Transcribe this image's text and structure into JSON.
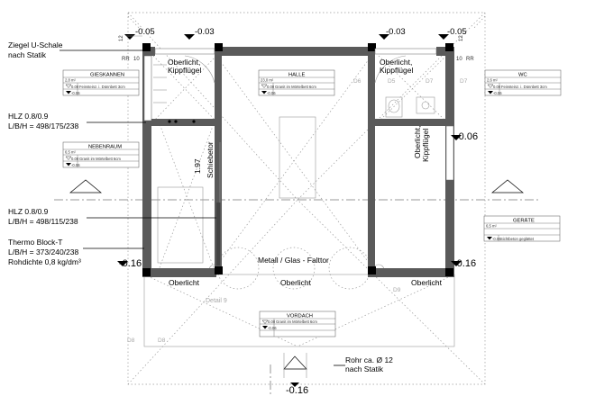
{
  "levels": {
    "top_left": "-0.05",
    "top_left_inner": "-0.03",
    "top_right_inner": "-0.03",
    "top_right": "-0.05",
    "right_mid": "-0.06",
    "left_bottom": "-0.16",
    "right_bottom": "-0.16",
    "bottom": "-0.16"
  },
  "dims": {
    "top_left_12": "12",
    "rr_left_rr": "RR",
    "rr_left_10": "10",
    "top_right_12": "12",
    "rr_right_10": "10",
    "rr_right_rr": "RR",
    "schiebetor_height": "1.97"
  },
  "annotations": {
    "ziegel_1": "Ziegel U-Schale",
    "ziegel_2": "nach Statik",
    "hlz1_1": "HLZ 0.8/0.9",
    "hlz1_2": "L/B/H = 498/175/238",
    "hlz2_1": "HLZ 0.8/0.9",
    "hlz2_2": "L/B/H = 498/115/238",
    "thermo_1": "Thermo Block-T",
    "thermo_2": "L/B/H = 373/240/238",
    "thermo_3": "Rohdichte 0,8 kg/dm³",
    "rohr_1": "Rohr ca. Ø 12",
    "rohr_2": "nach Statik"
  },
  "labels": {
    "oberlicht_kipp_left_1": "Oberlicht,",
    "oberlicht_kipp_left_2": "Kippflügel",
    "oberlicht_kipp_right_1": "Oberlicht,",
    "oberlicht_kipp_right_2": "Kippflügel",
    "oberlicht_kipp_vert_1": "Oberlicht,",
    "oberlicht_kipp_vert_2": "Kippflügel",
    "schiebetor": "Schiebetor",
    "falttor": "Metall / Glas - Falttor",
    "oberlicht_b1": "Oberlicht",
    "oberlicht_b2": "Oberlicht",
    "oberlicht_b3": "Oberlicht",
    "detail": "Detail 9"
  },
  "door_tags": {
    "d6": "D6",
    "d5": "D5",
    "d7a": "D7",
    "d7b": "D7",
    "d8a": "D8",
    "d8b": "D8",
    "d9": "D9"
  },
  "rooms": {
    "gieskannen": {
      "name": "GIESKANNEN",
      "area": "2,8 m²",
      "lvl1": "0.00",
      "fin1": "Feinsteinz. i. Dünnbett 3cm",
      "lvl2": "-0.06",
      "fin2": ""
    },
    "halle": {
      "name": "HALLE",
      "area": "23,0 m²",
      "lvl1": "0.00",
      "fin1": "Granit im Mörtelbett 6cm",
      "lvl2": "-0.06",
      "fin2": ""
    },
    "wc": {
      "name": "WC",
      "area": "2,6 m²",
      "lvl1": "0.00",
      "fin1": "Feinsteinz. i. Dünnbett 3cm",
      "lvl2": "-0.06",
      "fin2": ""
    },
    "nebenraum": {
      "name": "NEBENRAUM",
      "area": "6,5 m²",
      "lvl1": "0.00",
      "fin1": "Granit im Mörtelbett 6cm",
      "lvl2": "-0.06",
      "fin2": ""
    },
    "geraete": {
      "name": "GERÄTE",
      "area": "6,5 m²",
      "lvl1": "",
      "fin1": "",
      "lvl2": "-0.06",
      "fin2": "Sichtbeton geglättet"
    },
    "vordach": {
      "name": "VORDACH",
      "area": "",
      "lvl1": "0.00",
      "fin1": "Granit im Mörtelbett 6cm",
      "lvl2": "-0.06",
      "fin2": ""
    }
  }
}
